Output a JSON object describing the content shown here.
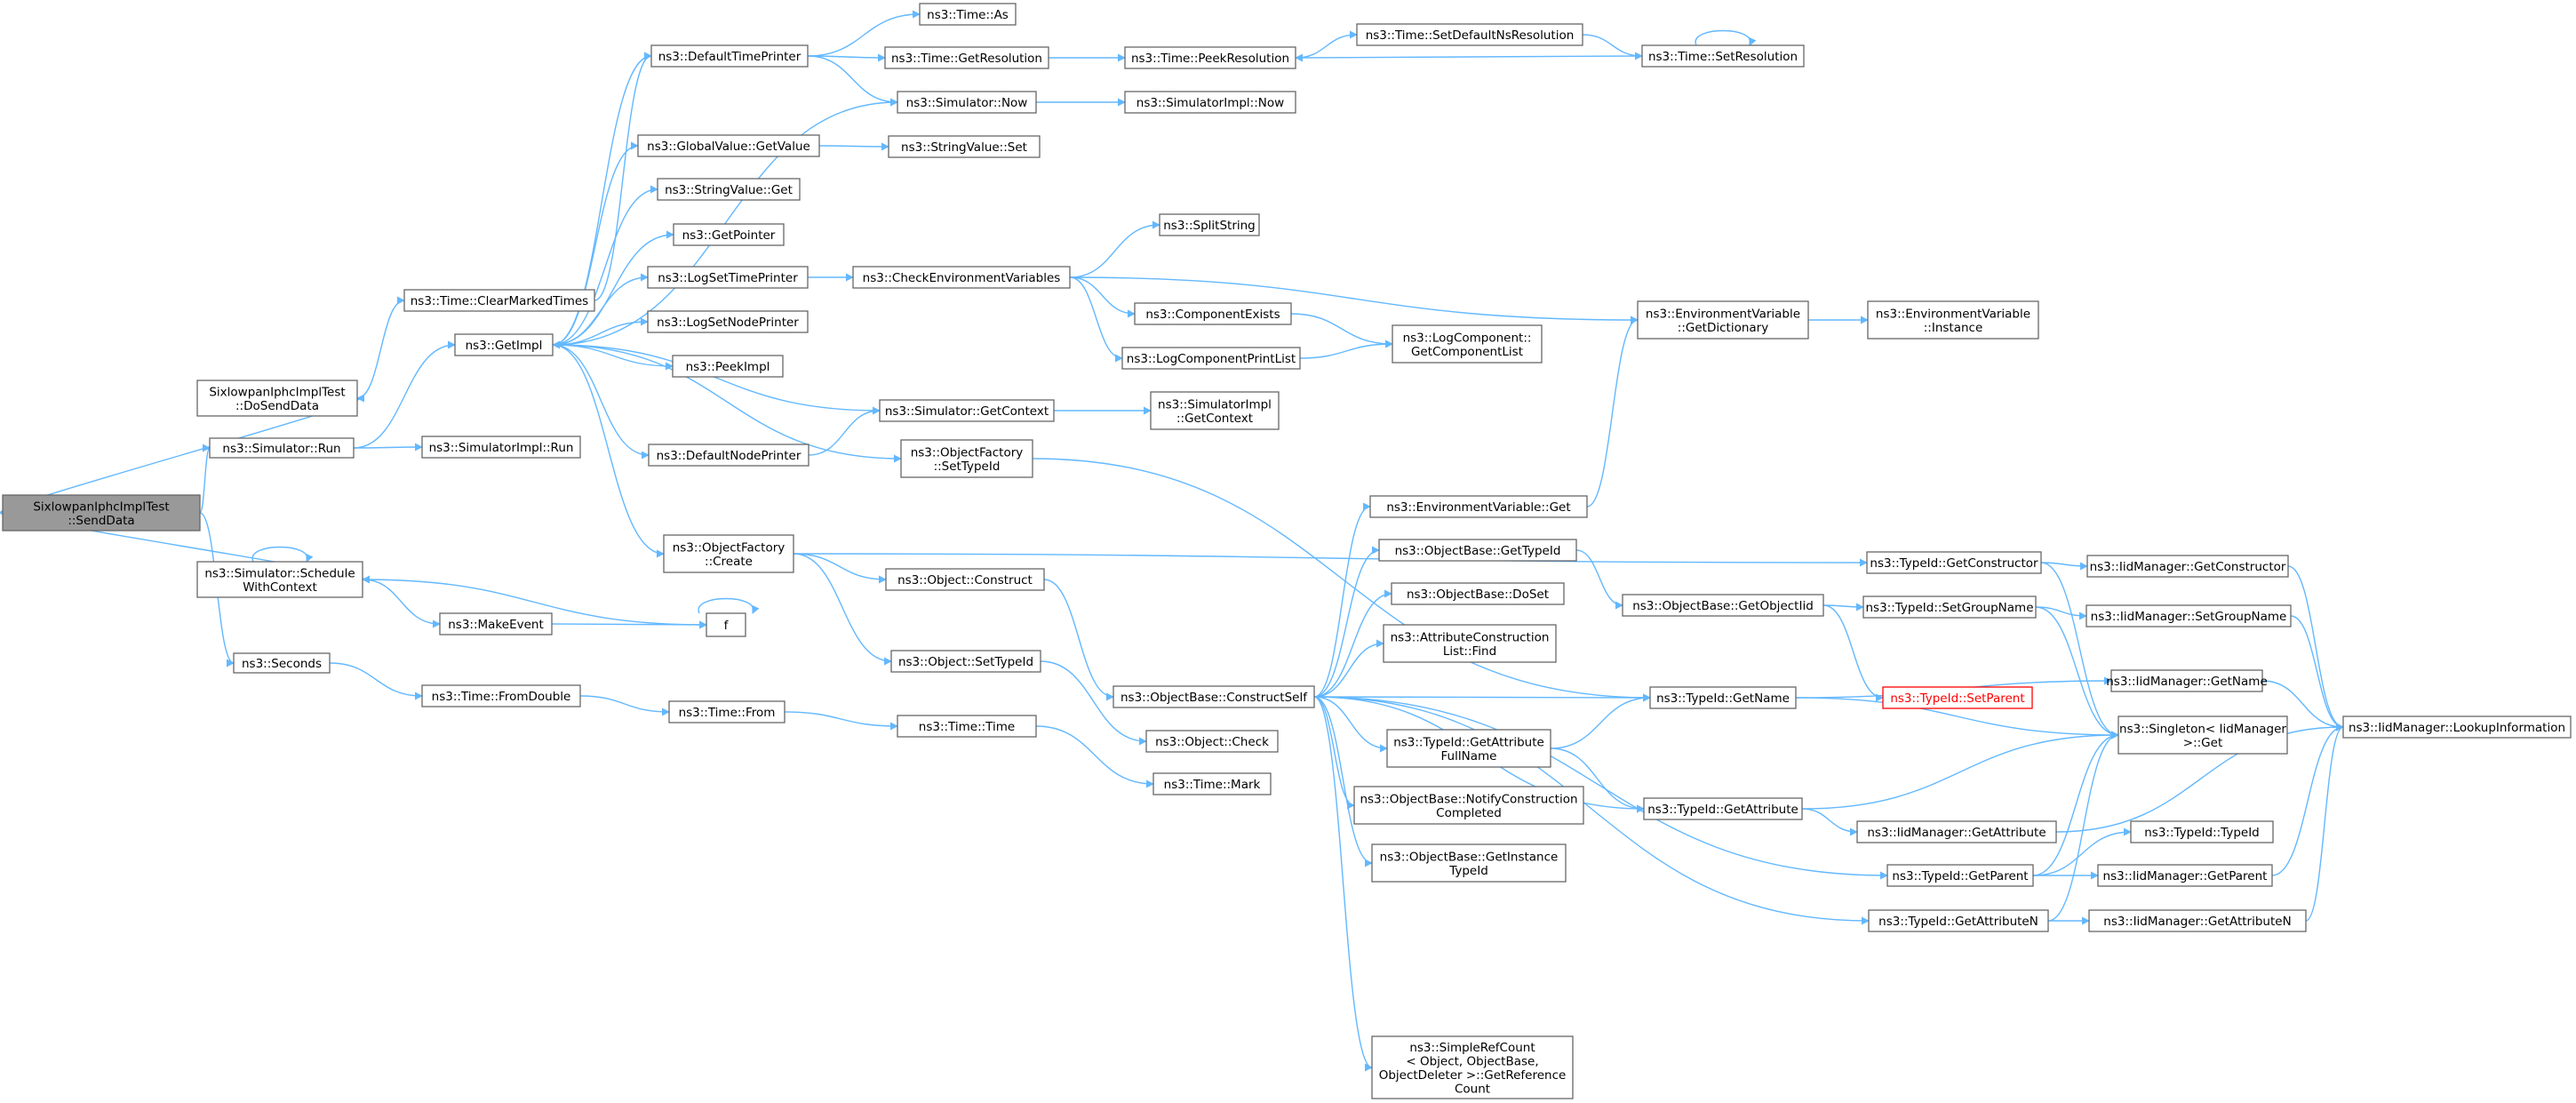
{
  "nodes": [
    {
      "id": "sendData",
      "lines": [
        "SixlowpanIphcImplTest",
        "::SendData"
      ],
      "variant": "root"
    },
    {
      "id": "doSendData",
      "lines": [
        "SixlowpanIphcImplTest",
        "::DoSendData"
      ]
    },
    {
      "id": "simRun",
      "lines": [
        "ns3::Simulator::Run"
      ]
    },
    {
      "id": "schedWithCtx",
      "lines": [
        "ns3::Simulator::Schedule",
        "WithContext"
      ]
    },
    {
      "id": "seconds",
      "lines": [
        "ns3::Seconds"
      ]
    },
    {
      "id": "clearMarked",
      "lines": [
        "ns3::Time::ClearMarkedTimes"
      ]
    },
    {
      "id": "getImpl",
      "lines": [
        "ns3::GetImpl"
      ]
    },
    {
      "id": "simImplRun",
      "lines": [
        "ns3::SimulatorImpl::Run"
      ]
    },
    {
      "id": "makeEvent",
      "lines": [
        "ns3::MakeEvent"
      ]
    },
    {
      "id": "f",
      "lines": [
        "f"
      ]
    },
    {
      "id": "fromDouble",
      "lines": [
        "ns3::Time::FromDouble"
      ]
    },
    {
      "id": "defTimePrinter",
      "lines": [
        "ns3::DefaultTimePrinter"
      ]
    },
    {
      "id": "gvGetValue",
      "lines": [
        "ns3::GlobalValue::GetValue"
      ]
    },
    {
      "id": "svGet",
      "lines": [
        "ns3::StringValue::Get"
      ]
    },
    {
      "id": "getPointer",
      "lines": [
        "ns3::GetPointer"
      ]
    },
    {
      "id": "logSetTime",
      "lines": [
        "ns3::LogSetTimePrinter"
      ]
    },
    {
      "id": "logSetNode",
      "lines": [
        "ns3::LogSetNodePrinter"
      ]
    },
    {
      "id": "peekImpl",
      "lines": [
        "ns3::PeekImpl"
      ]
    },
    {
      "id": "defNodePrinter",
      "lines": [
        "ns3::DefaultNodePrinter"
      ]
    },
    {
      "id": "ofCreate",
      "lines": [
        "ns3::ObjectFactory",
        "::Create"
      ]
    },
    {
      "id": "timeFrom",
      "lines": [
        "ns3::Time::From"
      ]
    },
    {
      "id": "timeAs",
      "lines": [
        "ns3::Time::As"
      ]
    },
    {
      "id": "timeGetRes",
      "lines": [
        "ns3::Time::GetResolution"
      ]
    },
    {
      "id": "simNow",
      "lines": [
        "ns3::Simulator::Now"
      ]
    },
    {
      "id": "svSet",
      "lines": [
        "ns3::StringValue::Set"
      ]
    },
    {
      "id": "checkEnv",
      "lines": [
        "ns3::CheckEnvironmentVariables"
      ]
    },
    {
      "id": "simGetCtx",
      "lines": [
        "ns3::Simulator::GetContext"
      ]
    },
    {
      "id": "ofSetTypeId",
      "lines": [
        "ns3::ObjectFactory",
        "::SetTypeId"
      ]
    },
    {
      "id": "objConstruct",
      "lines": [
        "ns3::Object::Construct"
      ]
    },
    {
      "id": "objSetTypeId",
      "lines": [
        "ns3::Object::SetTypeId"
      ]
    },
    {
      "id": "timeTime",
      "lines": [
        "ns3::Time::Time"
      ]
    },
    {
      "id": "timePeekRes",
      "lines": [
        "ns3::Time::PeekResolution"
      ]
    },
    {
      "id": "simImplNow",
      "lines": [
        "ns3::SimulatorImpl::Now"
      ]
    },
    {
      "id": "splitString",
      "lines": [
        "ns3::SplitString"
      ]
    },
    {
      "id": "compExists",
      "lines": [
        "ns3::ComponentExists"
      ]
    },
    {
      "id": "logCompPrint",
      "lines": [
        "ns3::LogComponentPrintList"
      ]
    },
    {
      "id": "simImplGetCtx",
      "lines": [
        "ns3::SimulatorImpl",
        "::GetContext"
      ]
    },
    {
      "id": "obConstructSelf",
      "lines": [
        "ns3::ObjectBase::ConstructSelf"
      ]
    },
    {
      "id": "objCheck",
      "lines": [
        "ns3::Object::Check"
      ]
    },
    {
      "id": "timeMark",
      "lines": [
        "ns3::Time::Mark"
      ]
    },
    {
      "id": "timeSetDefNs",
      "lines": [
        "ns3::Time::SetDefaultNsResolution"
      ]
    },
    {
      "id": "logCompGetList",
      "lines": [
        "ns3::LogComponent::",
        "GetComponentList"
      ]
    },
    {
      "id": "envGet",
      "lines": [
        "ns3::EnvironmentVariable::Get"
      ]
    },
    {
      "id": "obGetTypeId",
      "lines": [
        "ns3::ObjectBase::GetTypeId"
      ]
    },
    {
      "id": "obDoSet",
      "lines": [
        "ns3::ObjectBase::DoSet"
      ]
    },
    {
      "id": "acListFind",
      "lines": [
        "ns3::AttributeConstruction",
        "List::Find"
      ]
    },
    {
      "id": "tidGetAttrFull",
      "lines": [
        "ns3::TypeId::GetAttribute",
        "FullName"
      ]
    },
    {
      "id": "obNotify",
      "lines": [
        "ns3::ObjectBase::NotifyConstruction",
        "Completed"
      ]
    },
    {
      "id": "obGetInstTid",
      "lines": [
        "ns3::ObjectBase::GetInstance",
        "TypeId"
      ]
    },
    {
      "id": "srcGetRef",
      "lines": [
        "ns3::SimpleRefCount",
        "< Object, ObjectBase,",
        "ObjectDeleter >::GetReference",
        "Count"
      ]
    },
    {
      "id": "timeSetRes",
      "lines": [
        "ns3::Time::SetResolution"
      ]
    },
    {
      "id": "envGetDict",
      "lines": [
        "ns3::EnvironmentVariable",
        "::GetDictionary"
      ]
    },
    {
      "id": "obGetObjTid",
      "lines": [
        "ns3::ObjectBase::GetObjectIid"
      ]
    },
    {
      "id": "tidGetName",
      "lines": [
        "ns3::TypeId::GetName"
      ]
    },
    {
      "id": "tidGetAttr",
      "lines": [
        "ns3::TypeId::GetAttribute"
      ]
    },
    {
      "id": "envInstance",
      "lines": [
        "ns3::EnvironmentVariable",
        "::Instance"
      ]
    },
    {
      "id": "tidGetCtor",
      "lines": [
        "ns3::TypeId::GetConstructor"
      ]
    },
    {
      "id": "tidSetGroup",
      "lines": [
        "ns3::TypeId::SetGroupName"
      ]
    },
    {
      "id": "tidSetParent",
      "lines": [
        "ns3::TypeId::SetParent"
      ],
      "variant": "red"
    },
    {
      "id": "tidGetParent",
      "lines": [
        "ns3::TypeId::GetParent"
      ]
    },
    {
      "id": "tidGetAttrN",
      "lines": [
        "ns3::TypeId::GetAttributeN"
      ]
    },
    {
      "id": "imGetAttr",
      "lines": [
        "ns3::IidManager::GetAttribute"
      ]
    },
    {
      "id": "imGetCtor",
      "lines": [
        "ns3::IidManager::GetConstructor"
      ]
    },
    {
      "id": "imSetGroup",
      "lines": [
        "ns3::IidManager::SetGroupName"
      ]
    },
    {
      "id": "imGetName",
      "lines": [
        "ns3::IidManager::GetName"
      ]
    },
    {
      "id": "singletonGet",
      "lines": [
        "ns3::Singleton< IidManager",
        ">::Get"
      ]
    },
    {
      "id": "tidTypeId",
      "lines": [
        "ns3::TypeId::TypeId"
      ]
    },
    {
      "id": "imGetParent",
      "lines": [
        "ns3::IidManager::GetParent"
      ]
    },
    {
      "id": "imGetAttrN",
      "lines": [
        "ns3::IidManager::GetAttributeN"
      ]
    },
    {
      "id": "imLookup",
      "lines": [
        "ns3::IidManager::LookupInformation"
      ]
    }
  ],
  "edges": [
    [
      "sendData",
      "doSendData"
    ],
    [
      "sendData",
      "simRun"
    ],
    [
      "sendData",
      "schedWithCtx"
    ],
    [
      "sendData",
      "seconds"
    ],
    [
      "doSendData",
      "clearMarked"
    ],
    [
      "simRun",
      "getImpl"
    ],
    [
      "simRun",
      "simImplRun"
    ],
    [
      "schedWithCtx",
      "schedWithCtx"
    ],
    [
      "schedWithCtx",
      "makeEvent"
    ],
    [
      "schedWithCtx",
      "f"
    ],
    [
      "makeEvent",
      "f"
    ],
    [
      "f",
      "f"
    ],
    [
      "seconds",
      "fromDouble"
    ],
    [
      "fromDouble",
      "timeFrom"
    ],
    [
      "timeFrom",
      "timeTime"
    ],
    [
      "timeTime",
      "timeMark"
    ],
    [
      "clearMarked",
      "defTimePrinter"
    ],
    [
      "getImpl",
      "defTimePrinter"
    ],
    [
      "getImpl",
      "gvGetValue"
    ],
    [
      "getImpl",
      "svGet"
    ],
    [
      "getImpl",
      "getPointer"
    ],
    [
      "getImpl",
      "logSetTime"
    ],
    [
      "getImpl",
      "logSetNode"
    ],
    [
      "getImpl",
      "peekImpl"
    ],
    [
      "getImpl",
      "defNodePrinter"
    ],
    [
      "getImpl",
      "ofCreate"
    ],
    [
      "getImpl",
      "simNow"
    ],
    [
      "getImpl",
      "ofSetTypeId"
    ],
    [
      "simGetCtx",
      "getImpl"
    ],
    [
      "defTimePrinter",
      "timeAs"
    ],
    [
      "defTimePrinter",
      "timeGetRes"
    ],
    [
      "defTimePrinter",
      "simNow"
    ],
    [
      "timeGetRes",
      "timePeekRes"
    ],
    [
      "timePeekRes",
      "timeSetDefNs"
    ],
    [
      "timeSetDefNs",
      "timeSetRes"
    ],
    [
      "timeSetRes",
      "timePeekRes"
    ],
    [
      "timeSetRes",
      "timeSetRes"
    ],
    [
      "simNow",
      "simImplNow"
    ],
    [
      "gvGetValue",
      "svSet"
    ],
    [
      "logSetTime",
      "checkEnv"
    ],
    [
      "checkEnv",
      "splitString"
    ],
    [
      "checkEnv",
      "compExists"
    ],
    [
      "checkEnv",
      "logCompPrint"
    ],
    [
      "checkEnv",
      "envGetDict"
    ],
    [
      "compExists",
      "logCompGetList"
    ],
    [
      "logCompPrint",
      "logCompGetList"
    ],
    [
      "envGetDict",
      "envInstance"
    ],
    [
      "defNodePrinter",
      "simGetCtx"
    ],
    [
      "simGetCtx",
      "simImplGetCtx"
    ],
    [
      "ofSetTypeId",
      "tidGetName"
    ],
    [
      "ofCreate",
      "tidGetCtor"
    ],
    [
      "ofCreate",
      "objConstruct"
    ],
    [
      "ofCreate",
      "objSetTypeId"
    ],
    [
      "objConstruct",
      "obConstructSelf"
    ],
    [
      "objSetTypeId",
      "objCheck"
    ],
    [
      "obConstructSelf",
      "envGet"
    ],
    [
      "obConstructSelf",
      "obGetTypeId"
    ],
    [
      "obConstructSelf",
      "obDoSet"
    ],
    [
      "obConstructSelf",
      "acListFind"
    ],
    [
      "obConstructSelf",
      "tidGetAttrFull"
    ],
    [
      "obConstructSelf",
      "obNotify"
    ],
    [
      "obConstructSelf",
      "obGetInstTid"
    ],
    [
      "obConstructSelf",
      "srcGetRef"
    ],
    [
      "obConstructSelf",
      "tidGetName"
    ],
    [
      "obConstructSelf",
      "tidGetAttr"
    ],
    [
      "obConstructSelf",
      "tidGetParent"
    ],
    [
      "obConstructSelf",
      "tidGetAttrN"
    ],
    [
      "envGet",
      "envGetDict"
    ],
    [
      "obGetTypeId",
      "obGetObjTid"
    ],
    [
      "obGetObjTid",
      "tidSetGroup"
    ],
    [
      "obGetObjTid",
      "tidSetParent"
    ],
    [
      "tidGetAttrFull",
      "tidGetName"
    ],
    [
      "tidGetAttrFull",
      "tidGetAttr"
    ],
    [
      "tidGetName",
      "imGetName"
    ],
    [
      "tidGetName",
      "singletonGet"
    ],
    [
      "tidGetAttr",
      "imGetAttr"
    ],
    [
      "tidGetAttr",
      "singletonGet"
    ],
    [
      "tidGetCtor",
      "imGetCtor"
    ],
    [
      "tidGetCtor",
      "singletonGet"
    ],
    [
      "tidSetGroup",
      "imSetGroup"
    ],
    [
      "tidSetGroup",
      "singletonGet"
    ],
    [
      "tidGetParent",
      "tidTypeId"
    ],
    [
      "tidGetParent",
      "imGetParent"
    ],
    [
      "tidGetParent",
      "singletonGet"
    ],
    [
      "tidGetAttrN",
      "imGetAttrN"
    ],
    [
      "tidGetAttrN",
      "singletonGet"
    ],
    [
      "imGetCtor",
      "imLookup"
    ],
    [
      "imSetGroup",
      "imLookup"
    ],
    [
      "imGetName",
      "imLookup"
    ],
    [
      "imGetAttr",
      "imLookup"
    ],
    [
      "imGetParent",
      "imLookup"
    ],
    [
      "imGetAttrN",
      "imLookup"
    ]
  ]
}
